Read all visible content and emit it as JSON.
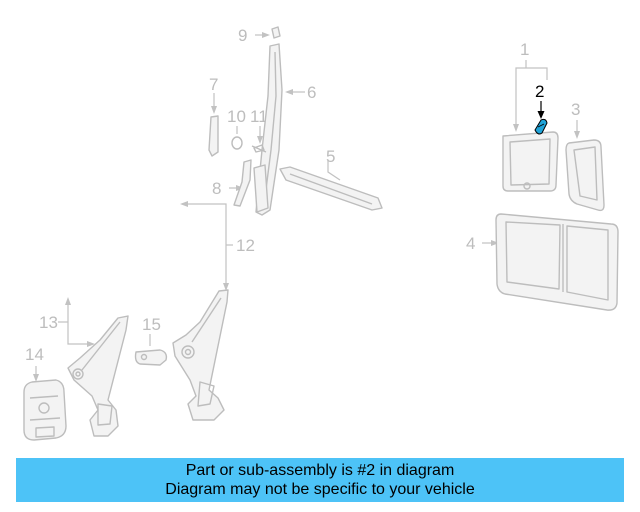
{
  "callouts": [
    {
      "id": "1",
      "label": "1"
    },
    {
      "id": "2",
      "label": "2",
      "highlighted": true
    },
    {
      "id": "3",
      "label": "3"
    },
    {
      "id": "4",
      "label": "4"
    },
    {
      "id": "5",
      "label": "5"
    },
    {
      "id": "6",
      "label": "6"
    },
    {
      "id": "7",
      "label": "7"
    },
    {
      "id": "8",
      "label": "8"
    },
    {
      "id": "9",
      "label": "9"
    },
    {
      "id": "10",
      "label": "10"
    },
    {
      "id": "11",
      "label": "11"
    },
    {
      "id": "12",
      "label": "12"
    },
    {
      "id": "13",
      "label": "13"
    },
    {
      "id": "14",
      "label": "14"
    },
    {
      "id": "15",
      "label": "15"
    }
  ],
  "banner": {
    "line1": "Part or sub-assembly is #2 in diagram",
    "line2": "Diagram may not be specific to your vehicle"
  },
  "colors": {
    "banner_bg": "#4dc3f7",
    "part_line": "#bdbdbd",
    "highlight_part": "#1fa3d8",
    "highlight_text": "#000000"
  }
}
